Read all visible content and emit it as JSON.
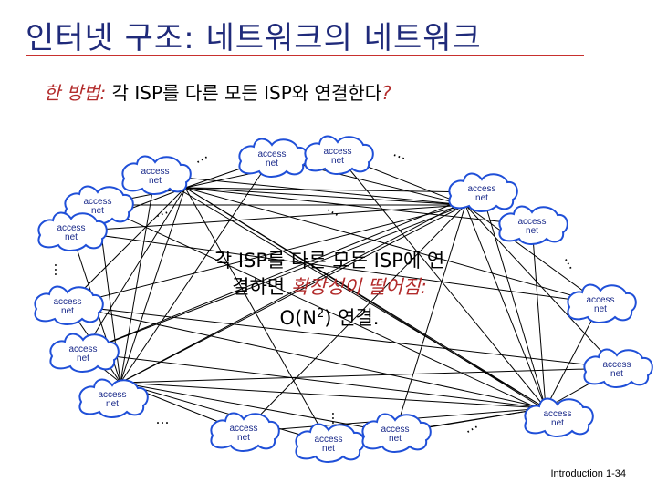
{
  "title": "인터넷 구조: 네트워크의 네트워크",
  "subtitle": {
    "prefix": "한 방법: ",
    "text": "각 ISP를 다른 모든 ISP와 연결한다",
    "suffix": "?"
  },
  "node_label": "access net",
  "ellipsis": "…",
  "caption": {
    "line1": "각 ISP를 다른 모든 ISP에 연",
    "line2_plain": "결하면 ",
    "line2_em": "확장성이 떨어짐:",
    "line3_prefix": "O(N",
    "line3_sup": "2",
    "line3_suffix": ") 연결."
  },
  "footer": "Introduction 1-34",
  "colors": {
    "title": "#1f2a7a",
    "accent": "#b22b2b",
    "rule": "#c8302e",
    "cloud": "#1f4fd8"
  }
}
